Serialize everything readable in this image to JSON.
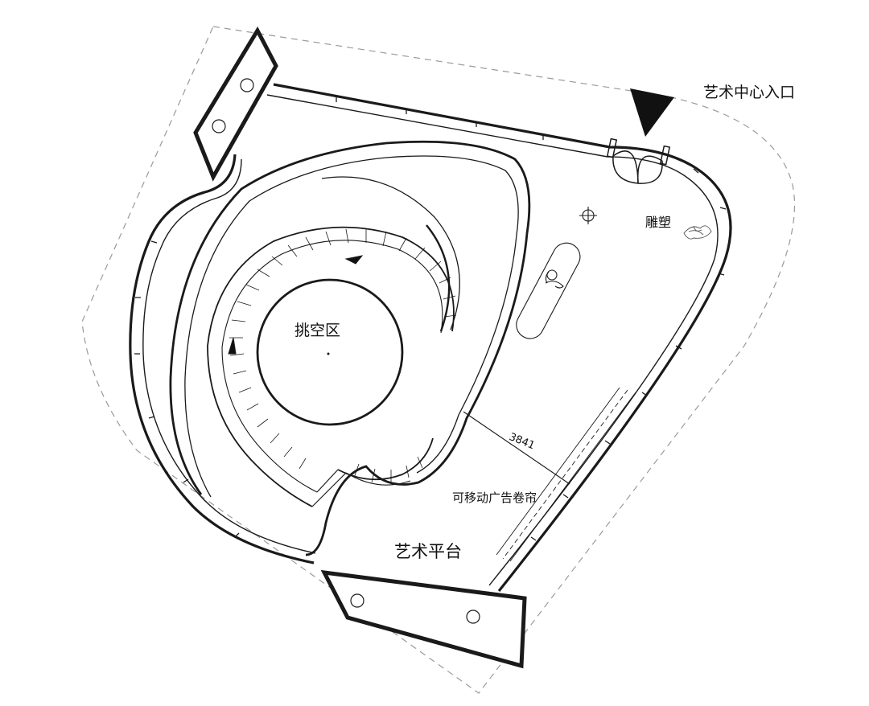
{
  "plan": {
    "labels": {
      "entrance": "艺术中心入口",
      "void": "挑空区",
      "sculpture": "雕塑",
      "curtain": "可移动广告卷帘",
      "platform": "艺术平台"
    },
    "dimension": "3841",
    "colors": {
      "line": "#1a1a1a",
      "boundary": "#9a9a9a",
      "background": "#ffffff"
    }
  }
}
